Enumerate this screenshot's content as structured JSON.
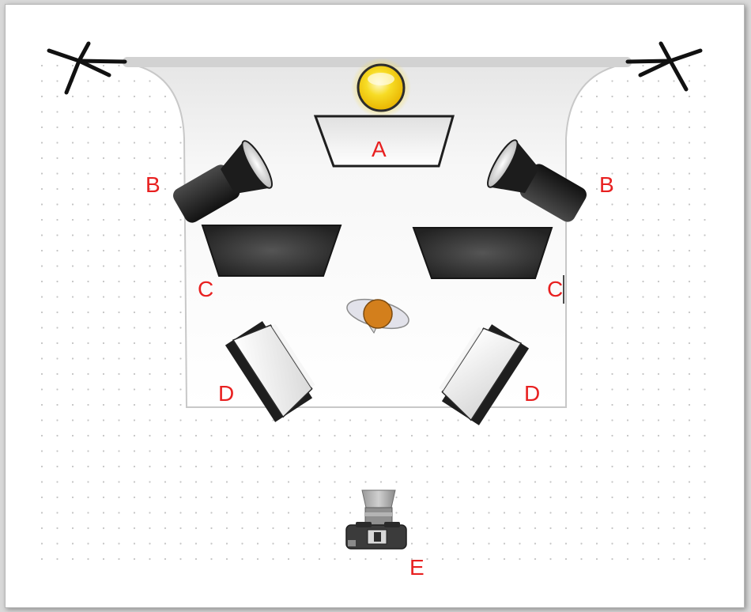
{
  "labels": {
    "a": "A",
    "b_left": "B",
    "b_right": "B",
    "c_left": "C",
    "c_right": "C",
    "d_left": "D",
    "d_right": "D",
    "e": "E"
  },
  "colors": {
    "label": "#e82020",
    "grid_dot": "#c8c8c8",
    "backdrop_bar": "#d4d4d4",
    "sun": "#f7d51a",
    "subject": "#d37f1c",
    "flag": "#2e2e2e"
  },
  "icons": {
    "background_light": "sun-bulb-icon",
    "stands": "tripod-stand-icon",
    "spotlights": "snoot-spotlight-icon",
    "flags": "black-flag-icon",
    "softboxes": "softbox-icon",
    "subject": "person-top-view-icon",
    "camera": "camera-icon"
  }
}
